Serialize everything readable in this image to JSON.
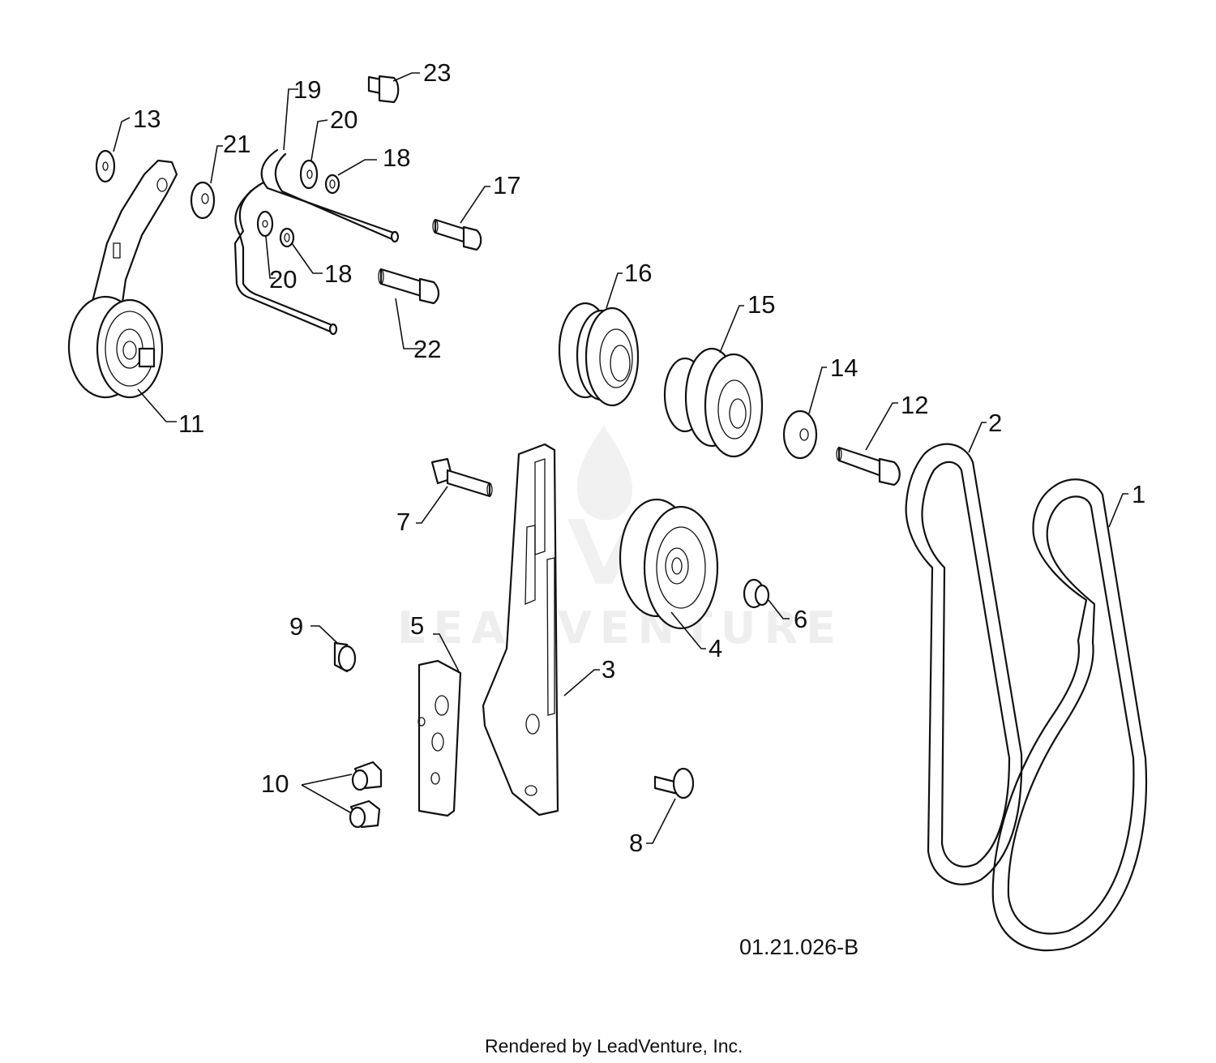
{
  "diagram": {
    "drawing_number": "01.21.026-B",
    "credit": "Rendered by LeadVenture, Inc.",
    "watermark_text": "LEADVENTURE",
    "callouts": {
      "c1": "1",
      "c2": "2",
      "c3": "3",
      "c4": "4",
      "c5": "5",
      "c6": "6",
      "c7": "7",
      "c8": "8",
      "c9": "9",
      "c10": "10",
      "c11": "11",
      "c12": "12",
      "c13": "13",
      "c14": "14",
      "c15": "15",
      "c16": "16",
      "c17": "17",
      "c18a": "18",
      "c18b": "18",
      "c19": "19",
      "c20a": "20",
      "c20b": "20",
      "c21": "21",
      "c22": "22",
      "c23": "23"
    }
  }
}
